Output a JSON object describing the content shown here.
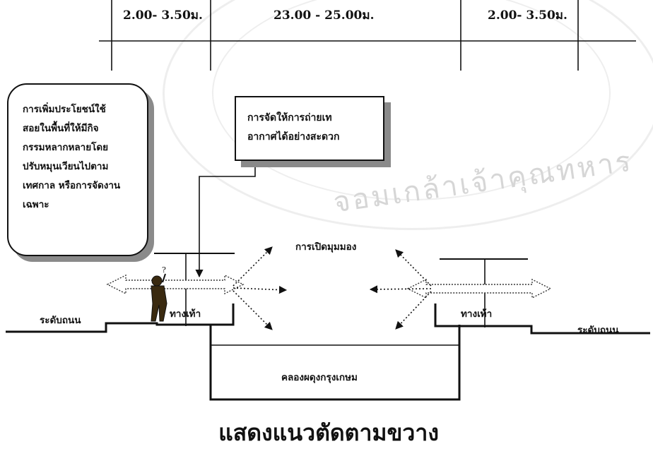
{
  "dimensions": {
    "left": "2.00- 3.50ม.",
    "center": "23.00 - 25.00ม.",
    "right": "2.00- 3.50ม."
  },
  "callout_bubble": {
    "lines": [
      "การเพิ่มประโยชน์ใช้",
      "สอยในพื้นที่ให้มีกิจ",
      "กรรมหลากหลายโดย",
      "ปรับหมุนเวียนไปตาม",
      "เทศกาล หรือการจัดงาน",
      "เฉพาะ"
    ]
  },
  "callout_box": {
    "lines": [
      "การจัดให้การถ่ายเท",
      "อากาศได้อย่างสะดวก"
    ]
  },
  "labels": {
    "view_opening": "การเปิดมุมมอง",
    "sidewalk_left": "ทางเท้า",
    "sidewalk_right": "ทางเท้า",
    "road_level_left": "ระดับถนน",
    "road_level_right": "ระดับถนน",
    "canal": "คลองผดุงกรุงเกษม"
  },
  "watermark_text": "จอมเกล้าเจ้าคุณทหาร",
  "title": "แสดงแนวตัดตามขวาง"
}
